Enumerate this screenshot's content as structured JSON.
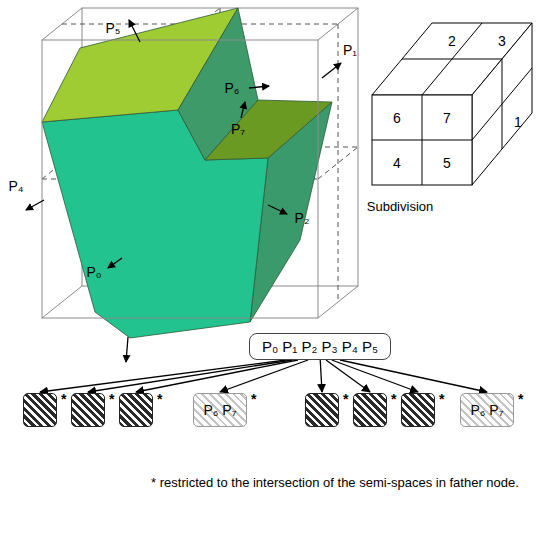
{
  "diagram": {
    "nodes": [
      {
        "text": [
          "P₀ P₁ P₂ P₃ P₄ P₅"
        ]
      },
      {
        "text": [
          "*"
        ]
      },
      {
        "text": [
          "*"
        ]
      },
      {
        "text": [
          "*"
        ]
      },
      {
        "text": [
          "P₆ P₇",
          "*"
        ]
      },
      {
        "text": [
          "*"
        ]
      },
      {
        "text": [
          "*"
        ]
      },
      {
        "text": [
          "*"
        ]
      },
      {
        "text": [
          "P₆ P₇",
          "*"
        ]
      }
    ],
    "edges": [
      {
        "from": 0,
        "to": 1,
        "arrow": "to"
      },
      {
        "from": 0,
        "to": 2,
        "arrow": "to"
      },
      {
        "from": 0,
        "to": 3,
        "arrow": "to"
      },
      {
        "from": 0,
        "to": 4,
        "arrow": "to"
      },
      {
        "from": 0,
        "to": 5,
        "arrow": "to"
      },
      {
        "from": 0,
        "to": 6,
        "arrow": "to"
      },
      {
        "from": 0,
        "to": 7,
        "arrow": "to"
      },
      {
        "from": 0,
        "to": 8,
        "arrow": "to"
      }
    ],
    "labels": [
      "P₅",
      "P₆",
      "P₁",
      "P₇",
      "P₄",
      "P₀",
      "P₂",
      "2",
      "3",
      "6",
      "7",
      "1",
      "4",
      "5",
      "Subdivision",
      "* restricted to the intersection of the semi-spaces in father node."
    ]
  }
}
